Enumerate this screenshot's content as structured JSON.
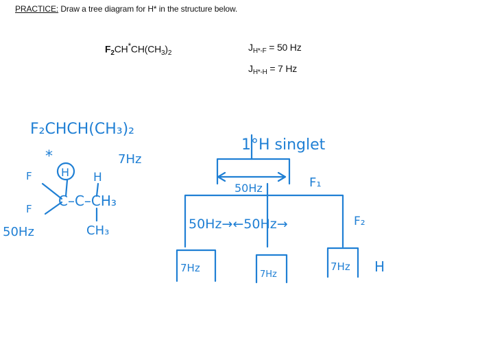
{
  "header": {
    "prefix": "PRACTICE:",
    "text": " Draw a tree diagram for H* in the structure below."
  },
  "formula": {
    "parts": [
      "F",
      "2",
      "CH",
      "*",
      "CH(CH",
      "3",
      ")",
      "2"
    ]
  },
  "couplings": [
    {
      "j": "J",
      "sub": "H*-F",
      "value": "= 50 Hz"
    },
    {
      "j": "J",
      "sub": "H*-H",
      "value": "= 7 Hz"
    }
  ],
  "handwriting": {
    "color": "#1f7fd4",
    "formula": "F₂CHCH(CH₃)₂",
    "star": "*",
    "seven_hz": "7Hz",
    "atom_h_circled": "H",
    "atom_h": "H",
    "atom_f_top": "F",
    "atom_f_bottom": "F",
    "bond_chain": "C–C–CH₃",
    "ch3_bottom": "CH₃",
    "fifty_hz_left": "50Hz",
    "singlet": "1°H singlet",
    "split1_label": "50Hz",
    "f1": "F₁",
    "split2_label": "50Hz→←50Hz→",
    "f2": "F₂",
    "leaf1": "7Hz",
    "leaf2": "7Hz",
    "leaf3": "7Hz",
    "h_end": "H"
  }
}
